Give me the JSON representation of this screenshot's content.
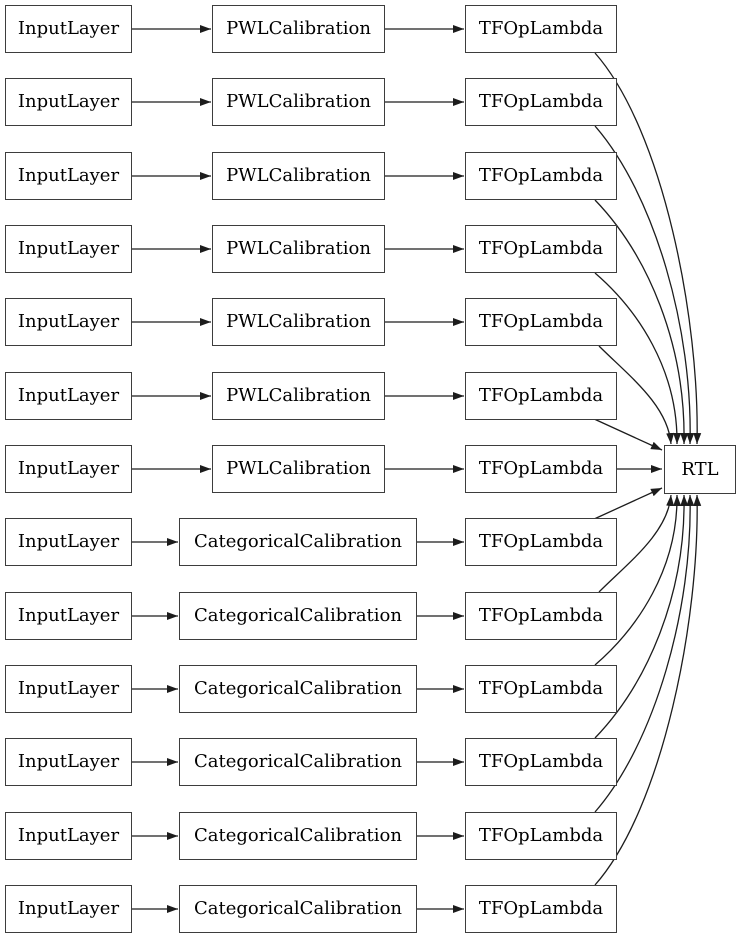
{
  "diagram": {
    "output_node": {
      "label": "RTL"
    },
    "rows": [
      {
        "input": "InputLayer",
        "calibration": "PWLCalibration",
        "op": "TFOpLambda"
      },
      {
        "input": "InputLayer",
        "calibration": "PWLCalibration",
        "op": "TFOpLambda"
      },
      {
        "input": "InputLayer",
        "calibration": "PWLCalibration",
        "op": "TFOpLambda"
      },
      {
        "input": "InputLayer",
        "calibration": "PWLCalibration",
        "op": "TFOpLambda"
      },
      {
        "input": "InputLayer",
        "calibration": "PWLCalibration",
        "op": "TFOpLambda"
      },
      {
        "input": "InputLayer",
        "calibration": "PWLCalibration",
        "op": "TFOpLambda"
      },
      {
        "input": "InputLayer",
        "calibration": "PWLCalibration",
        "op": "TFOpLambda"
      },
      {
        "input": "InputLayer",
        "calibration": "CategoricalCalibration",
        "op": "TFOpLambda"
      },
      {
        "input": "InputLayer",
        "calibration": "CategoricalCalibration",
        "op": "TFOpLambda"
      },
      {
        "input": "InputLayer",
        "calibration": "CategoricalCalibration",
        "op": "TFOpLambda"
      },
      {
        "input": "InputLayer",
        "calibration": "CategoricalCalibration",
        "op": "TFOpLambda"
      },
      {
        "input": "InputLayer",
        "calibration": "CategoricalCalibration",
        "op": "TFOpLambda"
      },
      {
        "input": "InputLayer",
        "calibration": "CategoricalCalibration",
        "op": "TFOpLambda"
      }
    ],
    "colors": {
      "background": "#ffffff",
      "node_fill": "#ffffff",
      "node_border": "#3d3d3d",
      "edge": "#1c1c1c",
      "text": "#000000"
    }
  }
}
